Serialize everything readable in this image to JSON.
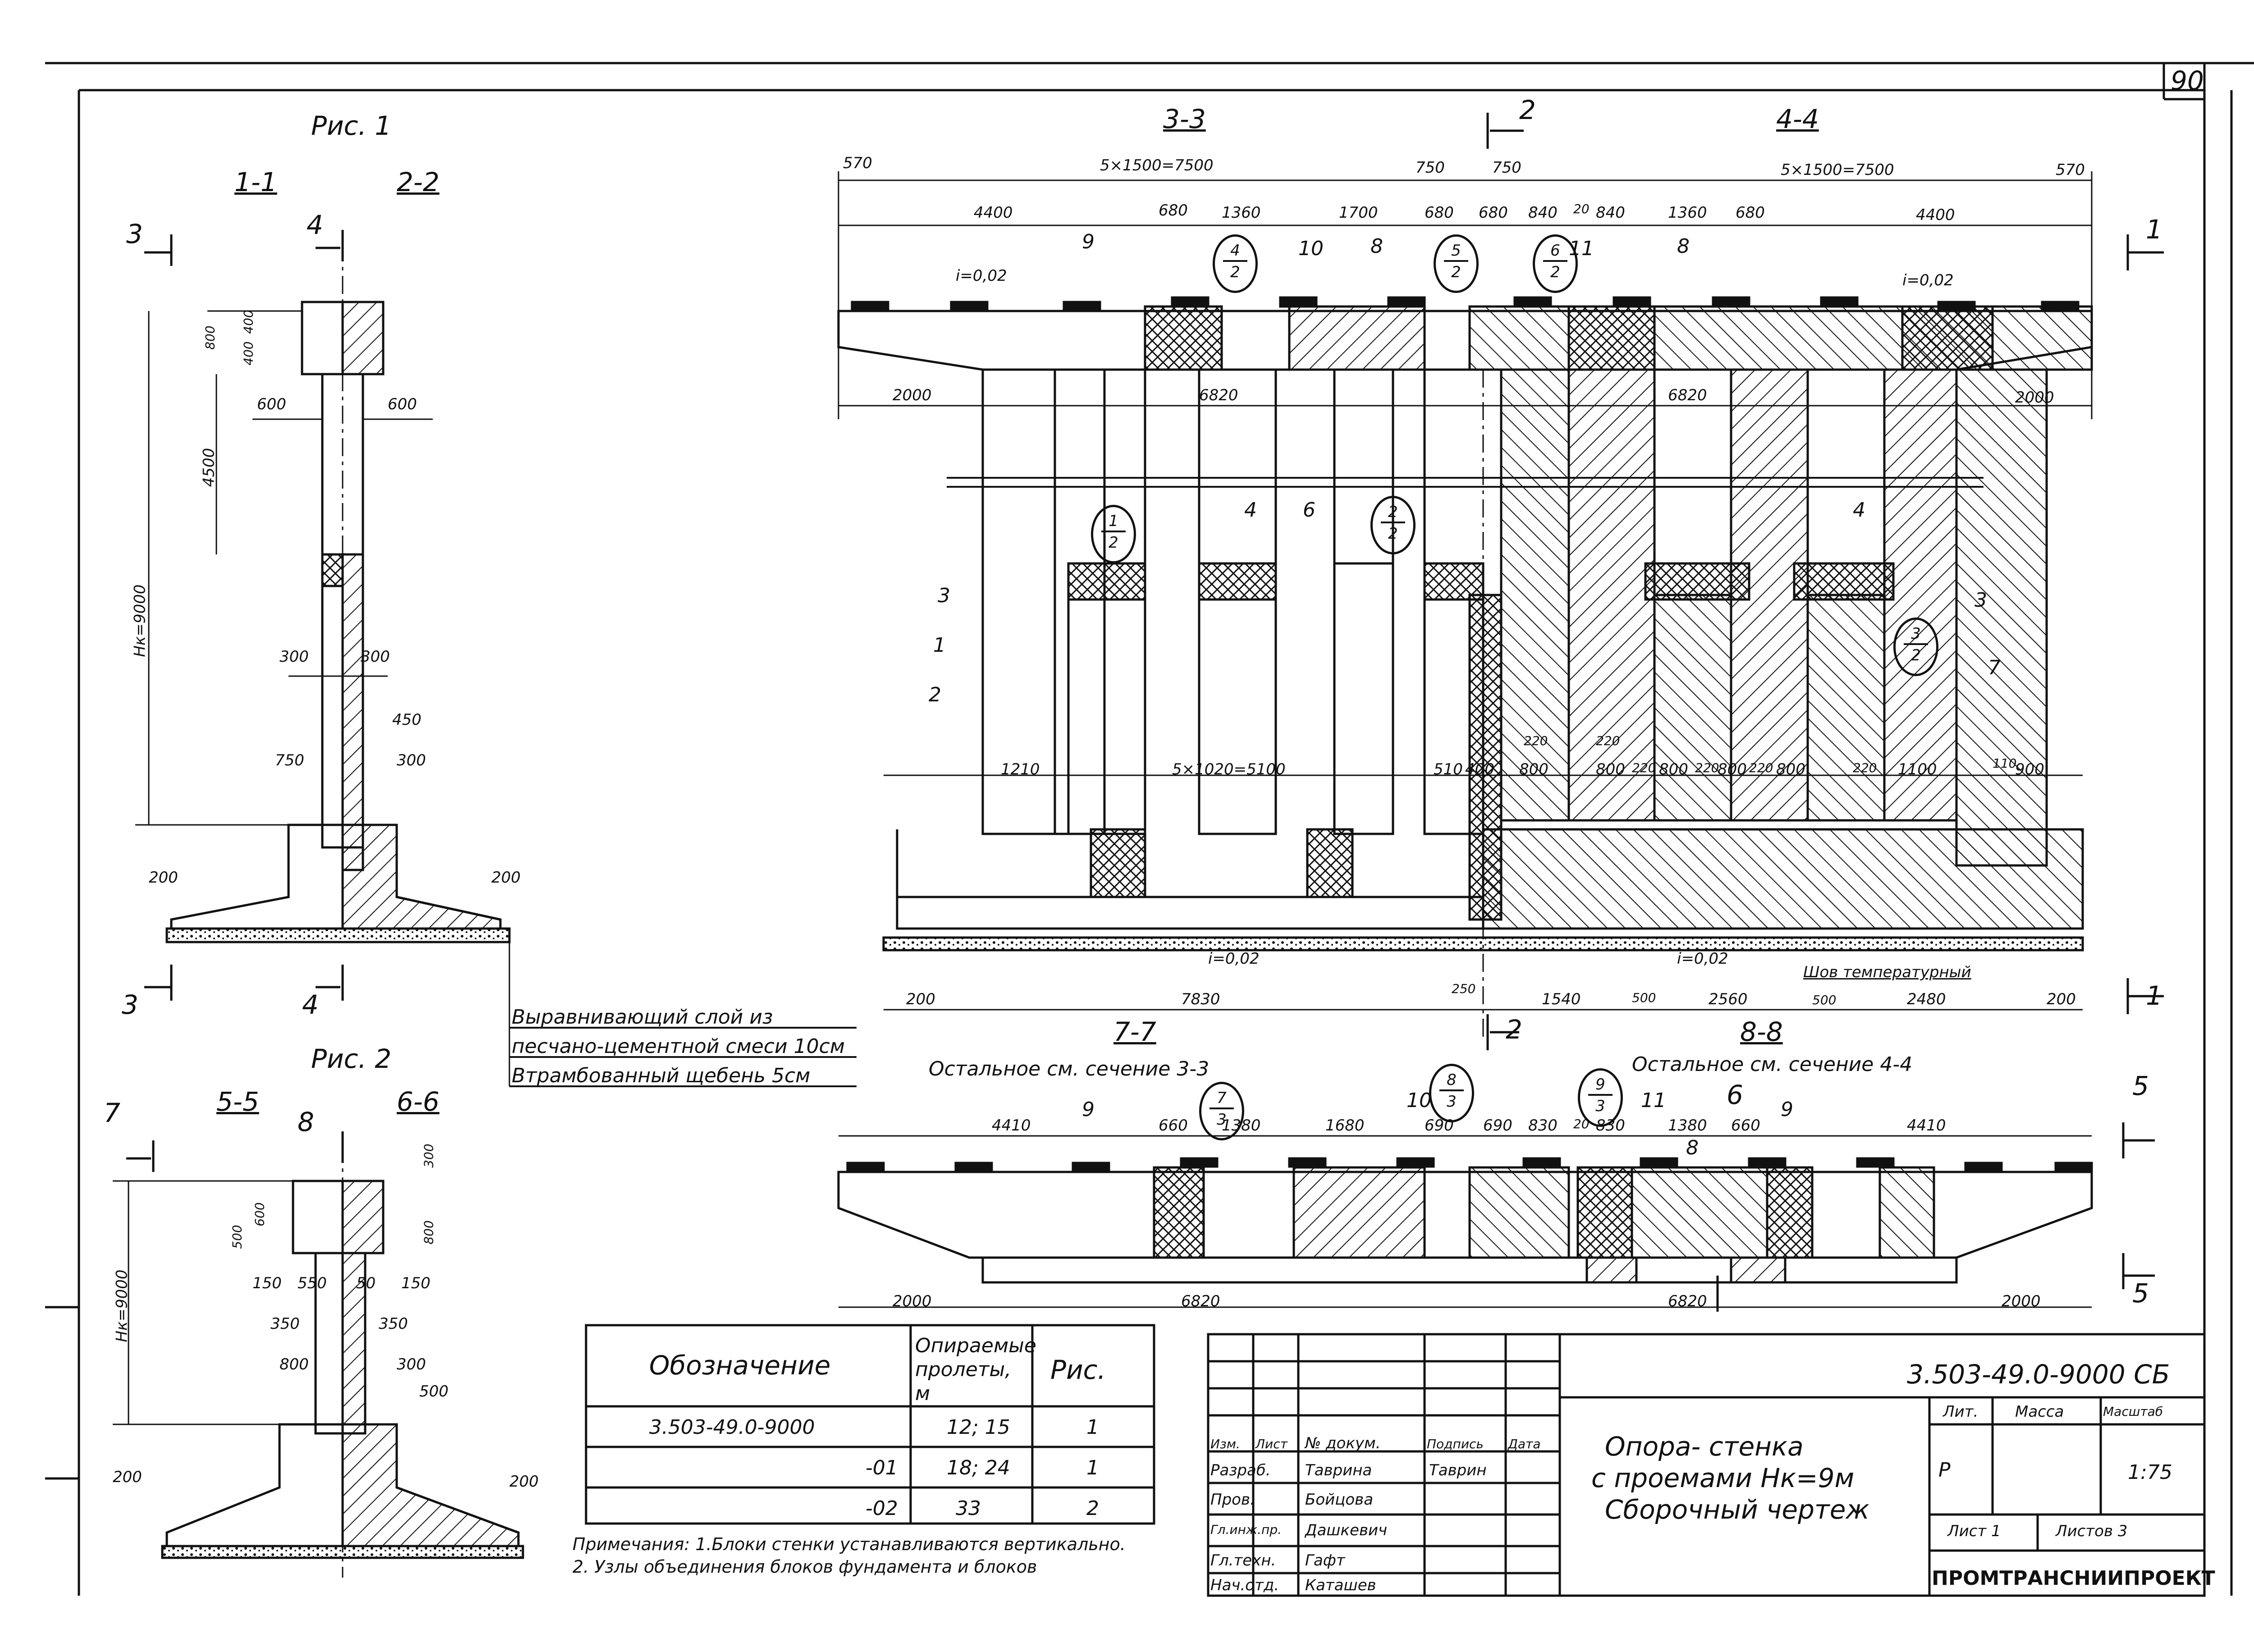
{
  "sheet_number": "90",
  "figures": {
    "fig1": "Рис. 1",
    "fig2": "Рис. 2",
    "sec_1_1": "1-1",
    "sec_2_2": "2-2",
    "sec_3_3": "3-3",
    "sec_4_4": "4-4",
    "sec_5_5": "5-5",
    "sec_6_6": "6-6",
    "sec_7_7": "7-7",
    "sec_8_8": "8-8",
    "rest_7_7": "Остальное см. сечение 3-3",
    "rest_8_8": "Остальное см. сечение 4-4"
  },
  "cut_marks": [
    "1",
    "2",
    "3",
    "4",
    "5",
    "6",
    "7",
    "8"
  ],
  "dims_top": {
    "d570a": "570",
    "d5x1500a": "5×1500=7500",
    "d750a": "750",
    "d750b": "750",
    "d5x1500b": "5×1500=7500",
    "d570b": "570",
    "d4400a": "4400",
    "d680a": "680",
    "d1360a": "1360",
    "d1700": "1700",
    "d680b": "680",
    "d680c": "680",
    "d840a": "840",
    "d20a": "20",
    "d840b": "840",
    "d1360b": "1360",
    "d680d": "680",
    "d4400b": "4400",
    "slope_a": "i=0,02",
    "slope_b": "i=0,02",
    "d2000a": "2000",
    "d6820a": "6820",
    "d6820b": "6820",
    "d2000b": "2000"
  },
  "dims_mid": {
    "d1210": "1210",
    "d5x1020": "5×1020=5100",
    "d510": "510",
    "d400": "400",
    "d220a": "220",
    "d800a": "800",
    "d220b": "220",
    "d800b": "800",
    "d220c": "220",
    "d800c": "800",
    "d220d": "220",
    "d800d": "800",
    "d220e": "220",
    "d800e": "800",
    "d220f": "220",
    "d1100": "1100",
    "d110": "110",
    "d900": "900"
  },
  "dims_bottom": {
    "d200a": "200",
    "d7830": "7830",
    "d250": "250",
    "d1540": "1540",
    "d500a": "500",
    "d2560": "2560",
    "d500b": "500",
    "d2480": "2480",
    "d200b": "200",
    "slope_c": "i=0,02",
    "slope_d": "i=0,02",
    "joint": "Шов температурный"
  },
  "dims_fig1": {
    "d800": "800",
    "d400a": "400",
    "d400b": "400",
    "d600a": "600",
    "d600b": "600",
    "d4500": "4500",
    "hk": "Hк=9000",
    "d300a": "300",
    "d300b": "300",
    "d450": "450",
    "d750": "750",
    "d300c": "300",
    "d200a": "200",
    "d200b": "200"
  },
  "layers": [
    "Выравнивающий слой из",
    "песчано-цементной смеси 10см",
    "Втрамбованный щебень 5см"
  ],
  "dims_77": {
    "d4410a": "4410",
    "d660a": "660",
    "d1380a": "1380",
    "d1680": "1680",
    "d690a": "690",
    "d690b": "690",
    "d830": "830",
    "d20": "20",
    "d830b": "830",
    "d1380b": "1380",
    "d660b": "660",
    "d4410b": "4410",
    "d2000a": "2000",
    "d6820a": "6820",
    "d6820b": "6820",
    "d2000b": "2000"
  },
  "dims_fig2": {
    "d300a": "300",
    "d500": "500",
    "d600": "600",
    "d800a": "800",
    "d150a": "150",
    "d550": "550",
    "d50": "50",
    "d150b": "150",
    "d350a": "350",
    "d350b": "350",
    "d800b": "800",
    "d300b": "300",
    "d500b": "500",
    "hk": "Hк=9000",
    "d200a": "200",
    "d200b": "200"
  },
  "callouts": {
    "c1_2": {
      "t": "1",
      "b": "2"
    },
    "c2_2": {
      "t": "2",
      "b": "2"
    },
    "c3_2": {
      "t": "3",
      "b": "2"
    },
    "c4_2": {
      "t": "4",
      "b": "2"
    },
    "c5_2": {
      "t": "5",
      "b": "2"
    },
    "c6_2": {
      "t": "6",
      "b": "2"
    },
    "c7_3": {
      "t": "7",
      "b": "3"
    },
    "c8_3": {
      "t": "8",
      "b": "3"
    },
    "c9_3": {
      "t": "9",
      "b": "3"
    }
  },
  "positions": [
    "1",
    "2",
    "3",
    "3",
    "4",
    "4",
    "6",
    "7",
    "8",
    "8",
    "8",
    "9",
    "9",
    "9",
    "10",
    "10",
    "11",
    "11"
  ],
  "spec_table": {
    "head": [
      "Обозначение",
      "Опираемые пролеты, м",
      "Рис."
    ],
    "rows": [
      [
        "3.503-49.0-9000",
        "12; 15",
        "1"
      ],
      [
        "-01",
        "18; 24",
        "1"
      ],
      [
        "-02",
        "33",
        "2"
      ]
    ]
  },
  "notes": [
    "Примечания: 1.Блоки стенки устанавливаются вертикально.",
    "2. Узлы объединения блоков фундамента и блоков"
  ],
  "title_block": {
    "code": "3.503-49.0-9000 СБ",
    "title_lines": [
      "Опора- стенка",
      "с проемами Нк=9м",
      "Сборочный чертеж"
    ],
    "col_heads": [
      "Изм.",
      "Лист",
      "№ докум.",
      "Подпись",
      "Дата"
    ],
    "people": [
      {
        "role": "Разраб.",
        "name": "Таврина",
        "sign": "Таврин"
      },
      {
        "role": "Пров.",
        "name": "Бойцова",
        "sign": ""
      },
      {
        "role": "Гл.инж.пр.",
        "name": "Дашкевич",
        "sign": ""
      },
      {
        "role": "Гл.техн.",
        "name": "Гафт",
        "sign": ""
      },
      {
        "role": "Нач.отд.",
        "name": "Каташев",
        "sign": ""
      }
    ],
    "lit_head": "Лит.",
    "mass_head": "Масса",
    "scale_head": "Масштаб",
    "lit": "Р",
    "scale": "1:75",
    "sheet": "Лист 1",
    "sheets": "Листов 3",
    "org": "ПРОМТРАНСНИИПРОЕКТ"
  }
}
